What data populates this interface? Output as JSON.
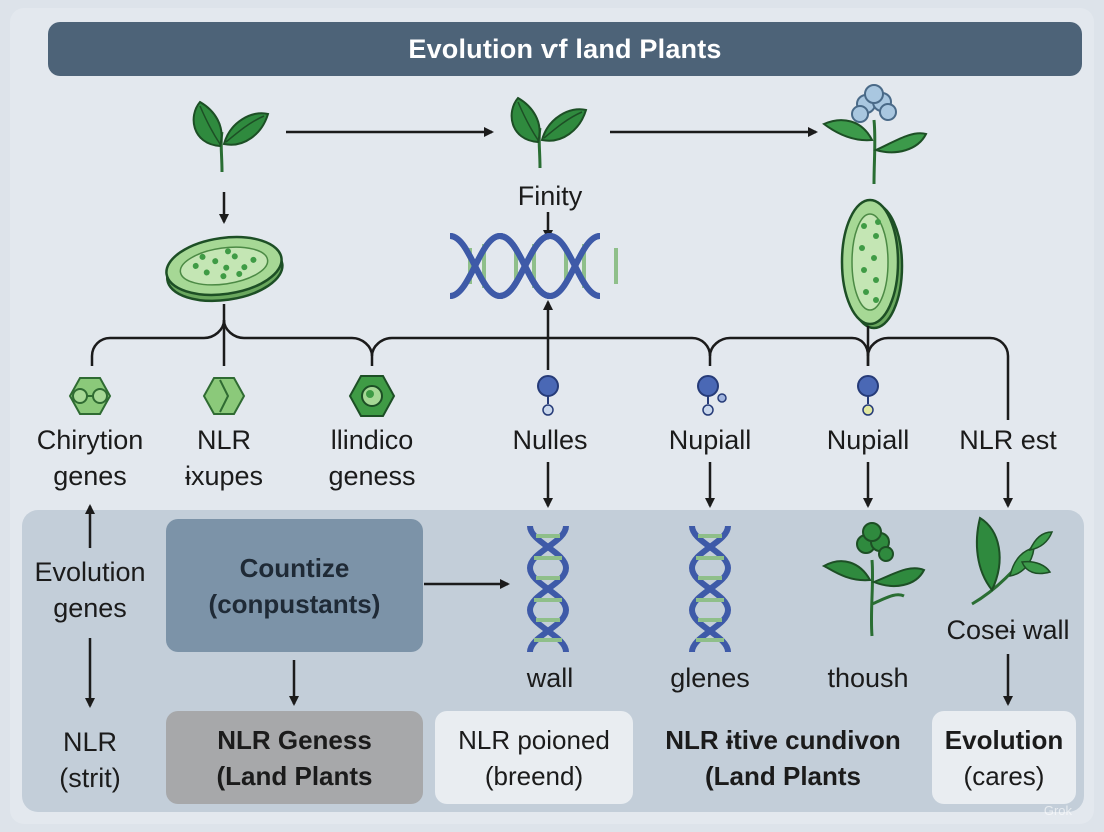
{
  "title": "Evolution ѵf land Plants",
  "top": {
    "middle_label": "Finity"
  },
  "row_labels": [
    {
      "line1": "Chirytion",
      "line2": "genes"
    },
    {
      "line1": "NLR",
      "line2": "ɨxupes"
    },
    {
      "line1": "llindico",
      "line2": "geness"
    },
    {
      "line1": "Nulles",
      "line2": ""
    },
    {
      "line1": "Nupiall",
      "line2": ""
    },
    {
      "line1": "Nupiall",
      "line2": ""
    },
    {
      "line1": "NLR est",
      "line2": ""
    }
  ],
  "left_column": {
    "evolution_line1": "Evolution",
    "evolution_line2": "genes",
    "nlr_line1": "NLR",
    "nlr_line2": "(strit)"
  },
  "center_box": {
    "line1": "Countize",
    "line2": "(conpustants)"
  },
  "mid_labels": {
    "dna1": "wall",
    "dna2": "glenes",
    "plant": "thoush",
    "branch": "Coseɨ wall"
  },
  "bottom_boxes": [
    {
      "line1": "NLR Geness",
      "line2": "(Land Plants"
    },
    {
      "line1": "NLR poioned",
      "line2": "(breend)"
    },
    {
      "line1": "NLR ɨtive cundivon",
      "line2": "(Land Plants"
    },
    {
      "line1": "Evolution",
      "line2": "(cares)"
    }
  ],
  "watermark": "Grok",
  "colors": {
    "title_bar": "#4d6378",
    "leaf_green": "#2f8a3e",
    "cell_green": "#8cc97a",
    "dna_blue": "#3e5aa8",
    "node_blue": "#4a68b5"
  },
  "icons": [
    "seedling-icon",
    "flower-icon",
    "cell-icon",
    "dna-icon",
    "hexagon-icon",
    "node-icon",
    "branch-icon"
  ]
}
